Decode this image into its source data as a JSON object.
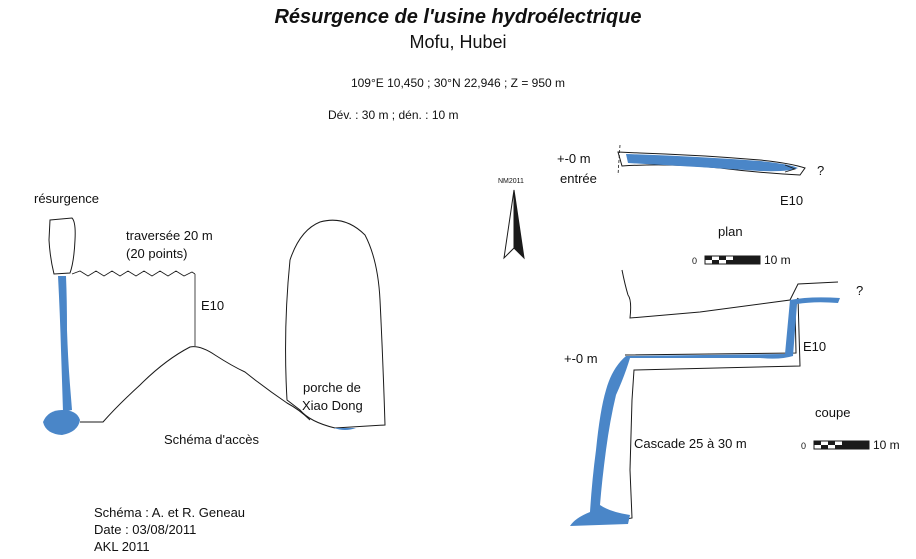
{
  "header": {
    "title": "Résurgence de l'usine hydroélectrique",
    "subtitle": "Mofu, Hubei",
    "coordinates": "109°E 10,450 ; 30°N 22,946 ; Z = 950 m",
    "stats": "Dév. : 30 m ; dén. : 10 m"
  },
  "access_sketch": {
    "resurgence_label": "résurgence",
    "traverse_label_1": "traversée 20 m",
    "traverse_label_2": "(20 points)",
    "entrance_label": "E10",
    "porch_label_1": "porche de",
    "porch_label_2": "Xiao Dong",
    "caption": "Schéma d'accès"
  },
  "north_arrow": {
    "label": "NM2011"
  },
  "plan_view": {
    "datum_label": "+-0 m",
    "entrance_label": "entrée",
    "question_mark": "?",
    "station_label": "E10",
    "view_label": "plan",
    "scale_start": "0",
    "scale_end": "10 m"
  },
  "section_view": {
    "question_mark": "?",
    "station_label": "E10",
    "datum_label": "+-0 m",
    "waterfall_label": "Cascade 25 à 30 m",
    "view_label": "coupe",
    "scale_start": "0",
    "scale_end": "10 m"
  },
  "credits": {
    "line1": "Schéma :  A. et R. Geneau",
    "line2": "Date : 03/08/2011",
    "line3": "AKL 2011"
  },
  "colors": {
    "water": "#4a86c8",
    "line": "#1a1a1a"
  }
}
